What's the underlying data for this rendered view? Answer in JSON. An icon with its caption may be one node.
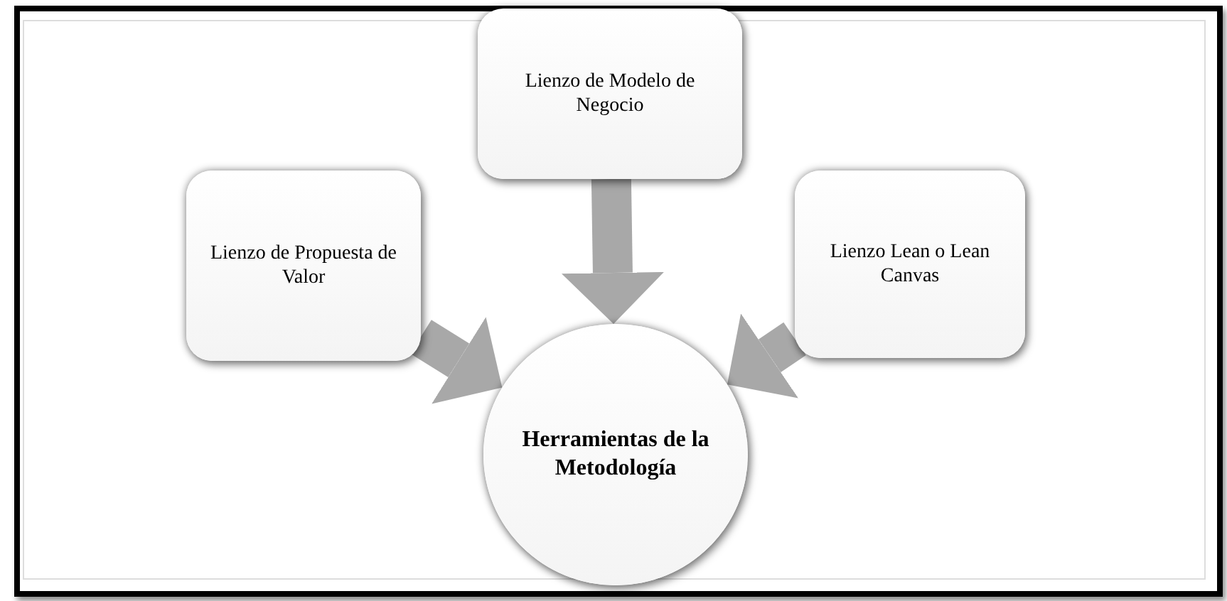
{
  "diagram": {
    "nodes": [
      {
        "text": [
          "Lienzo de Modelo de Negocio"
        ]
      },
      {
        "text": [
          "Lienzo de Propuesta de Valor"
        ]
      },
      {
        "text": [
          "Lienzo Lean o Lean Canvas"
        ]
      },
      {
        "text": [
          "Herramientas de la Metodología"
        ]
      }
    ],
    "edges": [
      {
        "from": 0,
        "to": 3,
        "arrow": "to"
      },
      {
        "from": 1,
        "to": 3,
        "arrow": "to"
      },
      {
        "from": 2,
        "to": 3,
        "arrow": "to"
      }
    ]
  }
}
